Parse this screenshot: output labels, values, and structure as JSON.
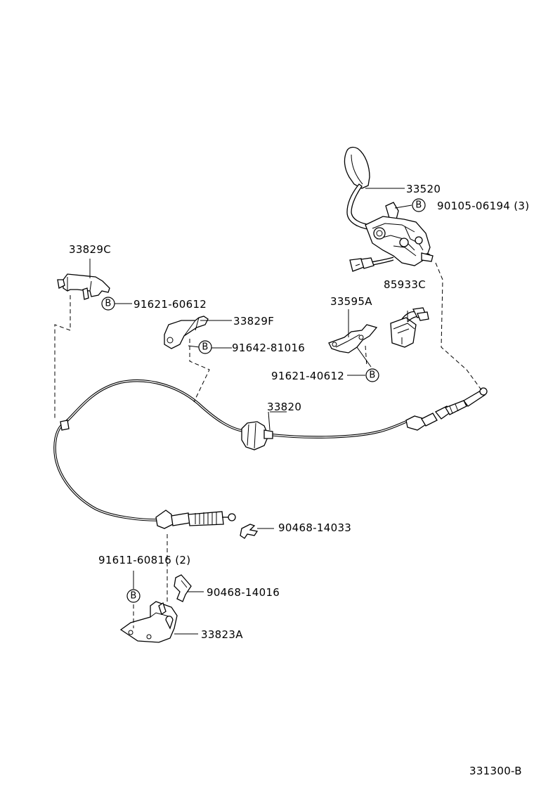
{
  "callouts": {
    "shift_lever": "33520",
    "lever_bolt": "90105-06194 (3)",
    "bracket_c": "33829C",
    "bolt_c": "91621-60612",
    "bracket_f": "33829F",
    "bolt_f": "91642-81016",
    "bracket_a": "33595A",
    "bolt_a": "91621-40612",
    "switch": "85933C",
    "cable": "33820",
    "clip_1": "90468-14033",
    "bolt_base": "91611-60816 (2)",
    "clip_2": "90468-14016",
    "cable_bracket": "33823A"
  },
  "bolt_marker": "B",
  "diagram_code": "331300-B"
}
